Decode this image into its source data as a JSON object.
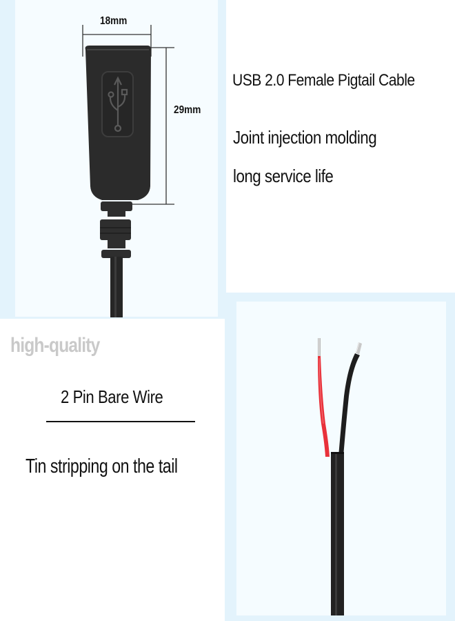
{
  "product": {
    "title": "USB 2.0 Female Pigtail Cable",
    "features": [
      "Joint injection molding",
      "long service life"
    ]
  },
  "dimensions": {
    "width_label": "18mm",
    "height_label": "29mm"
  },
  "quality_watermark": "high-quality",
  "wire_section": {
    "heading": "2 Pin Bare Wire",
    "description": "Tin stripping on the tail"
  },
  "images": {
    "connector": "usb-a-female-connector",
    "connector_icon": "usb-trident-icon",
    "wire": "two-core-bare-wire"
  },
  "colors": {
    "frame_blue": "#e3f3fc",
    "panel_white": "#f6fcff",
    "connector_black": "#2b2b2b",
    "wire_red": "#e8313a",
    "wire_black": "#1e1e1e",
    "tin": "#c8c8c8",
    "watermark_gray": "#c9c9c9"
  }
}
